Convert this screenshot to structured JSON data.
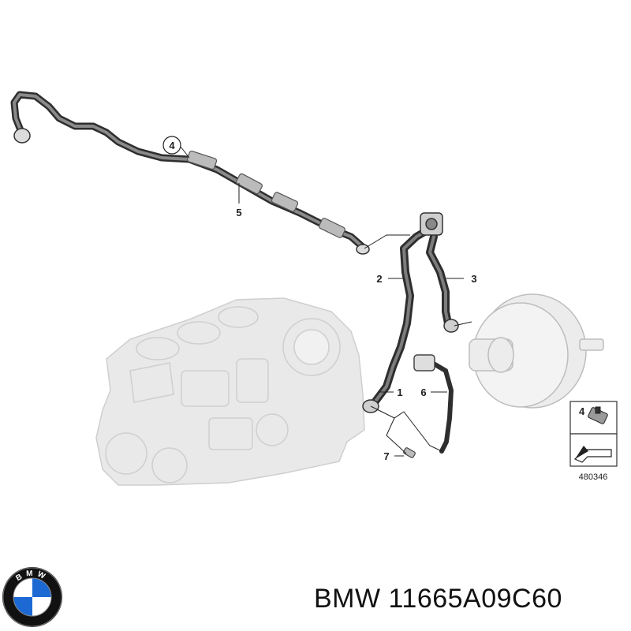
{
  "diagram": {
    "callouts": {
      "c1": "1",
      "c2": "2",
      "c3": "3",
      "c4": "4",
      "c5": "5",
      "c6": "6",
      "c7": "7"
    },
    "inset": {
      "part_number_label": "4",
      "reference_number": "480346"
    }
  },
  "logo": {
    "brand_letters": "BMW"
  },
  "caption": {
    "text": "BMW 11665A09C60"
  },
  "colors": {
    "hose": "#2e2e2e",
    "engine_ghost": "#e6e6e6",
    "engine_outline": "#cfcfcf",
    "bmw_blue": "#1c69d4",
    "bmw_black": "#111111"
  }
}
